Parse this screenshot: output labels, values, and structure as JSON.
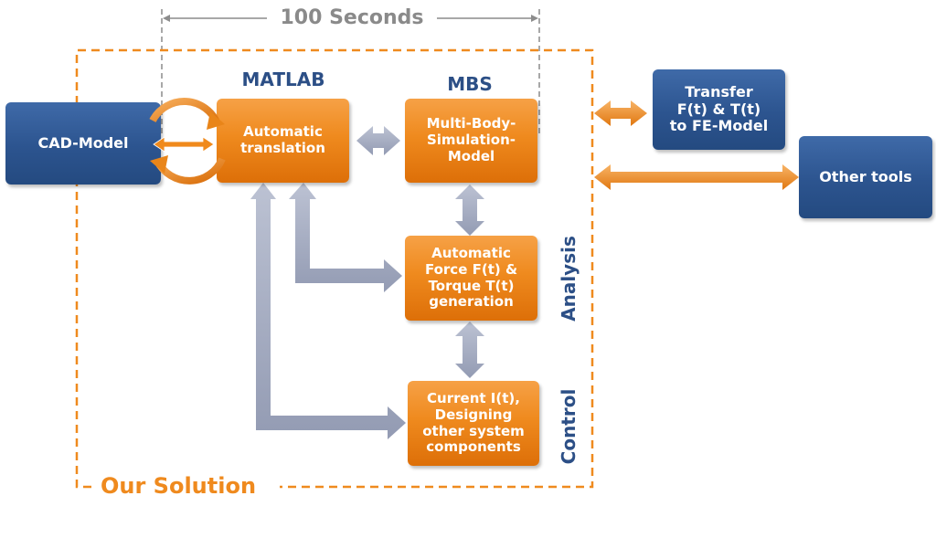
{
  "timing": {
    "label": "100 Seconds"
  },
  "solution": {
    "label": "Our Solution"
  },
  "headers": {
    "matlab": "MATLAB",
    "mbs": "MBS"
  },
  "side_labels": {
    "analysis": "Analysis",
    "control": "Control"
  },
  "boxes": {
    "cad_model": "CAD-Model",
    "automatic_translation": "Automatic\ntranslation",
    "multi_body_simulation": "Multi-Body-\nSimulation-\nModel",
    "force_torque_generation": "Automatic\nForce F(t) &\nTorque T(t)\ngeneration",
    "current_design": "Current I(t),\nDesigning\nother system\ncomponents",
    "transfer_fe": "Transfer\nF(t) & T(t)\nto FE-Model",
    "other_tools": "Other tools"
  },
  "colors": {
    "orange": "#ef8a1e",
    "blue": "#2c548f",
    "gray_arrow": "#a5adc3",
    "dashed_gray": "#8c8c8c",
    "label_blue": "#2c4f86"
  }
}
